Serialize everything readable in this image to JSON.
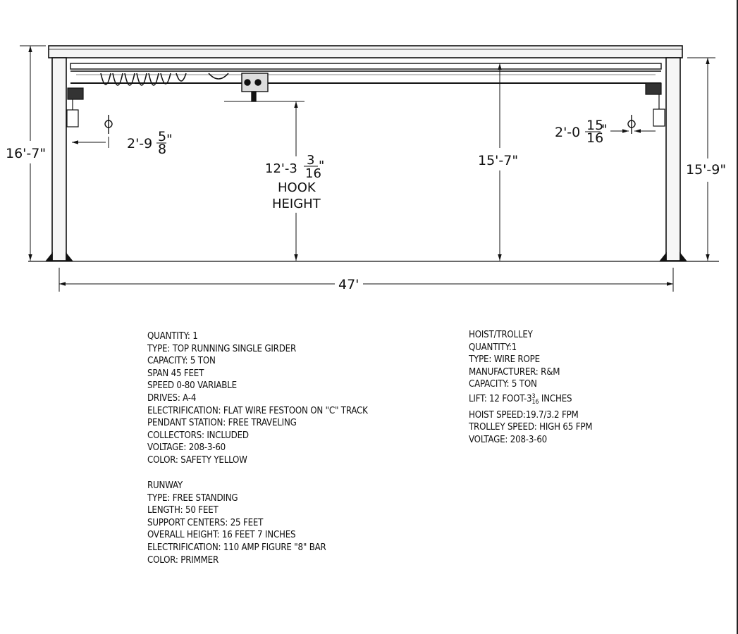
{
  "dimensions": {
    "overall_height": "16'-7\"",
    "right_height": "15'-9\"",
    "span": "47'",
    "left_hook_offset_main": "2'-9",
    "left_hook_offset_num": "5",
    "left_hook_offset_den": "8",
    "left_hook_offset_suffix": "\"",
    "right_hook_offset_main": "2'-0",
    "right_hook_offset_num": "15",
    "right_hook_offset_den": "16",
    "right_hook_offset_suffix": "\"",
    "hook_height_main": "12'-3",
    "hook_height_num": "3",
    "hook_height_den": "16",
    "hook_height_suffix": "\"",
    "hook_label_1": "HOOK",
    "hook_label_2": "HEIGHT",
    "girder_height": "15'-7\""
  },
  "crane_specs": [
    "QUANTITY: 1",
    "TYPE: TOP RUNNING SINGLE GIRDER",
    "CAPACITY: 5 TON",
    "SPAN 45 FEET",
    "SPEED 0-80 VARIABLE",
    "DRIVES: A-4",
    "ELECTRIFICATION: FLAT WIRE FESTOON ON \"C\" TRACK",
    "PENDANT STATION: FREE TRAVELING",
    "COLLECTORS: INCLUDED",
    "VOLTAGE: 208-3-60",
    "COLOR: SAFETY YELLOW"
  ],
  "runway_specs": [
    "RUNWAY",
    "TYPE: FREE STANDING",
    "LENGTH: 50 FEET",
    "SUPPORT CENTERS: 25 FEET",
    "OVERALL HEIGHT: 16 FEET 7 INCHES",
    "ELECTRIFICATION: 110 AMP FIGURE \"8\" BAR",
    "COLOR: PRIMMER"
  ],
  "hoist_specs": [
    "HOIST/TROLLEY",
    "QUANTITY:1",
    "TYPE: WIRE ROPE",
    "MANUFACTURER: R&M",
    "CAPACITY: 5 TON",
    "LIFT: 12 FOOT-3",
    "HOIST SPEED:19.7/3.2 FPM",
    "TROLLEY SPEED: HIGH 65 FPM",
    "VOLTAGE: 208-3-60"
  ],
  "lift_fraction_num": "3",
  "lift_fraction_den": "16",
  "lift_suffix": " INCHES"
}
